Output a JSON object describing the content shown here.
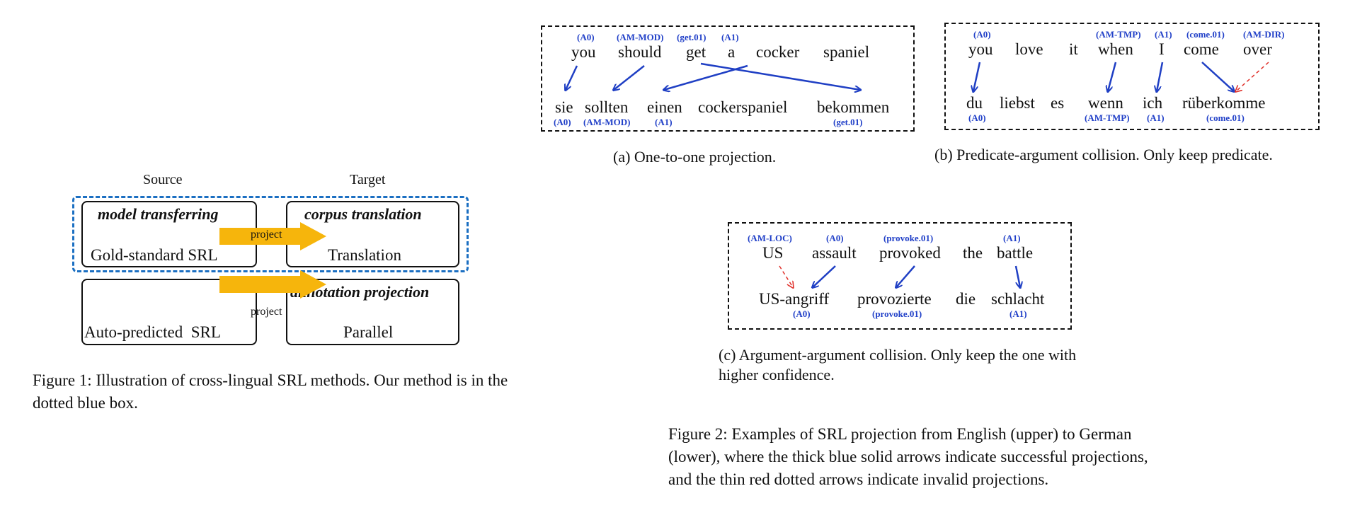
{
  "fig1": {
    "source_label": "Source",
    "target_label": "Target",
    "boxes": {
      "model_transferring": {
        "title": "model transferring",
        "text": "Gold-standard SRL"
      },
      "corpus_translation": {
        "title": "corpus translation",
        "text": "Translation"
      },
      "auto_predicted": {
        "text": "Auto-predicted  SRL"
      },
      "annotation_projection": {
        "title": "annotation projection",
        "text": "Parallel"
      }
    },
    "arrow_label": "project",
    "caption": "Figure 1:  Illustration of cross-lingual SRL methods. Our method is in the dotted blue box."
  },
  "panel_a": {
    "en_words": [
      "you",
      "should",
      "get",
      "a",
      "cocker",
      "spaniel"
    ],
    "en_tags": [
      "(A0)",
      "(AM-MOD)",
      "(get.01)",
      "(A1)"
    ],
    "de_words": [
      "sie",
      "sollten",
      "einen",
      "cockerspaniel",
      "bekommen"
    ],
    "de_tags": [
      "(A0)",
      "(AM-MOD)",
      "(A1)",
      "(get.01)"
    ],
    "caption": "(a)  One-to-one projection."
  },
  "panel_b": {
    "en_words": [
      "you",
      "love",
      "it",
      "when",
      "I",
      "come",
      "over"
    ],
    "en_tags": [
      "(A0)",
      "(AM-TMP)",
      "(A1)",
      "(come.01)",
      "(AM-DIR)"
    ],
    "de_words": [
      "du",
      "liebst",
      "es",
      "wenn",
      "ich",
      "rüberkomme"
    ],
    "de_tags": [
      "(A0)",
      "(AM-TMP)",
      "(A1)",
      "(come.01)"
    ],
    "caption": "(b)  Predicate-argument collision. Only keep predicate."
  },
  "panel_c": {
    "en_words": [
      "US",
      "assault",
      "provoked",
      "the",
      "battle"
    ],
    "en_tags": [
      "(AM-LOC)",
      "(A0)",
      "(provoke.01)",
      "(A1)"
    ],
    "de_words": [
      "US-angriff",
      "provozierte",
      "die",
      "schlacht"
    ],
    "de_tags": [
      "(A0)",
      "(provoke.01)",
      "(A1)"
    ],
    "caption": "(c)  Argument-argument collision. Only keep the one with higher confidence."
  },
  "fig2": {
    "caption": "Figure 2:  Examples of SRL projection from English (upper) to German (lower), where the thick blue solid arrows indicate successful projections, and the thin red dotted arrows indicate invalid projections."
  },
  "colors": {
    "tag_blue": "#2140c8",
    "arrow_blue": "#1f3fc4",
    "invalid_red": "#e0312b",
    "dash_blue": "#1b6fc2",
    "project_orange": "#f6b50c"
  }
}
